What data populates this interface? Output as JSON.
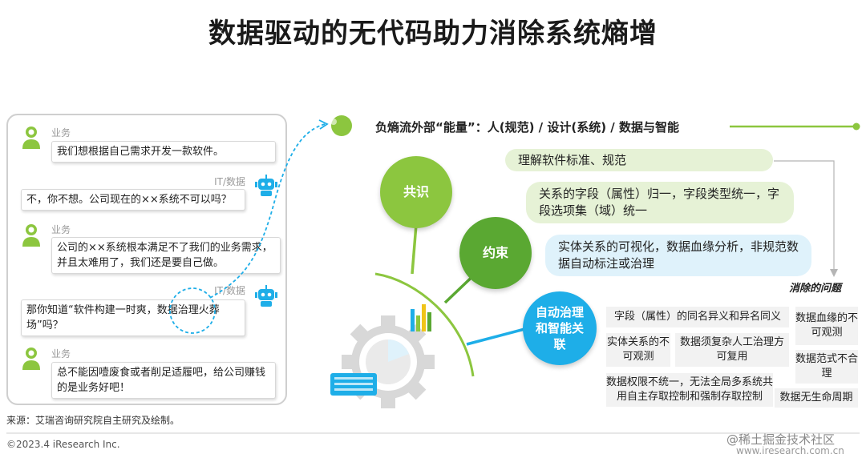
{
  "title": "数据驱动的无代码助力消除系统熵增",
  "chat": {
    "messages": [
      {
        "role": "业务",
        "text": "我们想根据自己需求开发一款软件。"
      },
      {
        "role": "IT/数据",
        "text": "不，你不想。公司现在的××系统不可以吗？"
      },
      {
        "role": "业务",
        "text": "公司的××系统根本满足不了我们的业务需求，并且太难用了，我们还是要自己做。"
      },
      {
        "role": "IT/数据",
        "text": "那你知道“软件构建一时爽，数据治理火葬场”吗？"
      },
      {
        "role": "业务",
        "text": "总不能因噎废食或者削足适履吧，给公司赚钱的是业务好吧！"
      }
    ]
  },
  "header_line": "负熵流外部“能量”：人(规范) / 设计(系统) / 数据与智能",
  "circles": {
    "gongshi": "共识",
    "yueshu": "约束",
    "zidong": "自动治理和智能关联"
  },
  "pills": [
    "理解软件标准、规范",
    "关系的字段（属性）归一，字段类型统一，字段选项集（域）统一",
    "实体关系的可视化，数据血缘分析，非规范数据自动标注或治理"
  ],
  "problems": {
    "label": "消除的问题",
    "items": [
      "字段（属性）的同名异义和异名同义",
      "数据血缘的不可观测",
      "实体关系的不可观测",
      "数据须复杂人工治理方可复用",
      "数据范式不合理",
      "数据权限不统一，无法全局多系统共用自主存取控制和强制存取控制",
      "数据无生命周期"
    ]
  },
  "footer": {
    "source": "来源：艾瑞咨询研究院自主研究及绘制。",
    "copyright": "©2023.4 iResearch Inc.",
    "watermark": "@稀土掘金技术社区",
    "url": "www.iresearch.com.cn"
  },
  "colors": {
    "green": "#8cc63f",
    "dark_green": "#5aa832",
    "blue": "#1eaee8",
    "light_green_pill": "#e6f2d6",
    "light_blue_pill": "#dff2fb"
  }
}
